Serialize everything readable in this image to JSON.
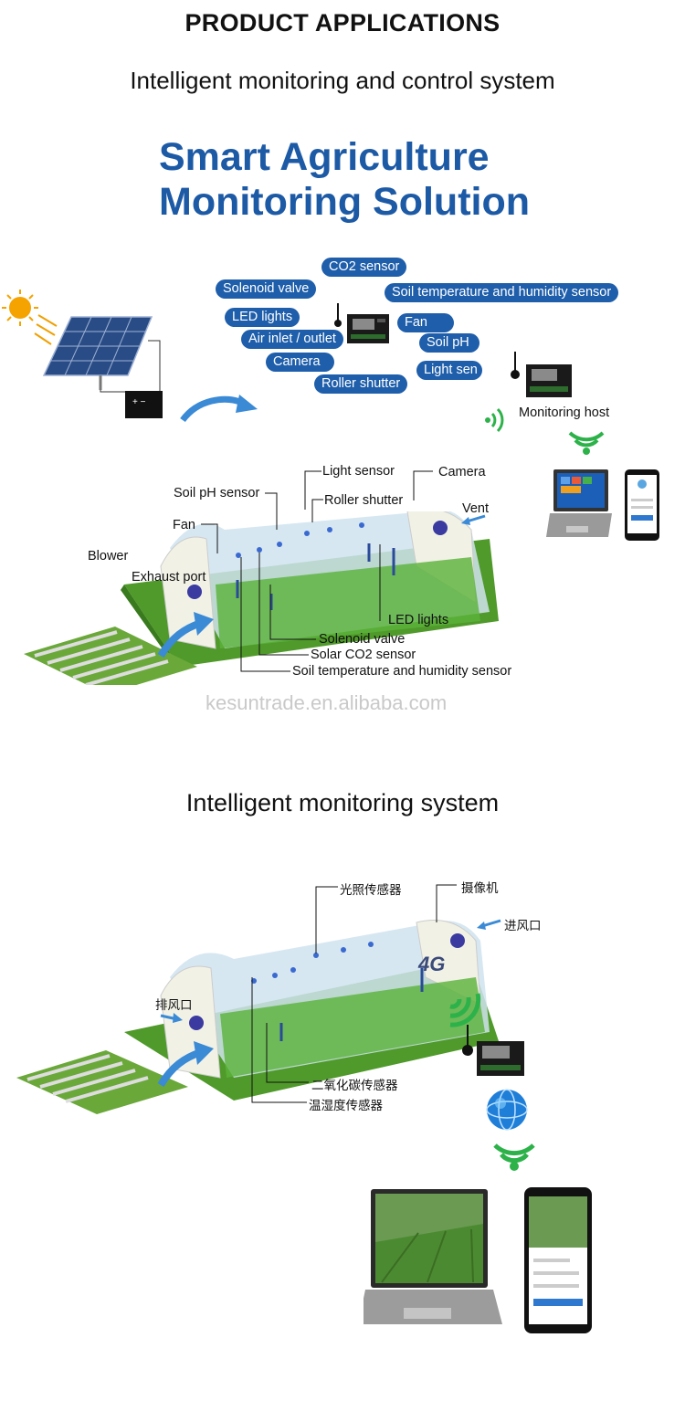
{
  "header": {
    "title": "PRODUCT APPLICATIONS",
    "subtitle1": "Intelligent monitoring and control system",
    "headline_line1": "Smart Agriculture",
    "headline_line2": "Monitoring Solution"
  },
  "pills": {
    "co2": "CO2 sensor",
    "solenoid": "Solenoid valve",
    "soil_temp": "Soil temperature and humidity sensor",
    "led": "LED lights",
    "fan": "Fan",
    "air": "Air inlet / outlet",
    "soil_ph": "Soil pH",
    "camera": "Camera",
    "light": "Light sen",
    "roller": "Roller shutter"
  },
  "diagram1": {
    "monitoring_host": "Monitoring host",
    "light_sensor": "Light sensor",
    "camera": "Camera",
    "soil_ph_sensor": "Soil pH sensor",
    "roller_shutter": "Roller shutter",
    "vent": "Vent",
    "fan": "Fan",
    "blower": "Blower",
    "exhaust_port": "Exhaust port",
    "led_lights": "LED lights",
    "solenoid_valve": "Solenoid valve",
    "solar_co2": "Solar CO2 sensor",
    "soil_temp": "Soil temperature and humidity sensor",
    "watermark": "kesuntrade.en.alibaba.com"
  },
  "section2": {
    "title": "Intelligent monitoring system",
    "light_sensor_cn": "光照传感器",
    "camera_cn": "摄像机",
    "inlet_cn": "进风口",
    "exhaust_cn": "排风口",
    "co2_cn": "二氧化碳传感器",
    "temp_cn": "温湿度传感器",
    "network_badge": "4G"
  },
  "colors": {
    "headline_blue": "#1d5aa6",
    "pill_blue": "#1e5eaa",
    "signal_green": "#2db24a",
    "field_green": "#4f9a2a"
  }
}
